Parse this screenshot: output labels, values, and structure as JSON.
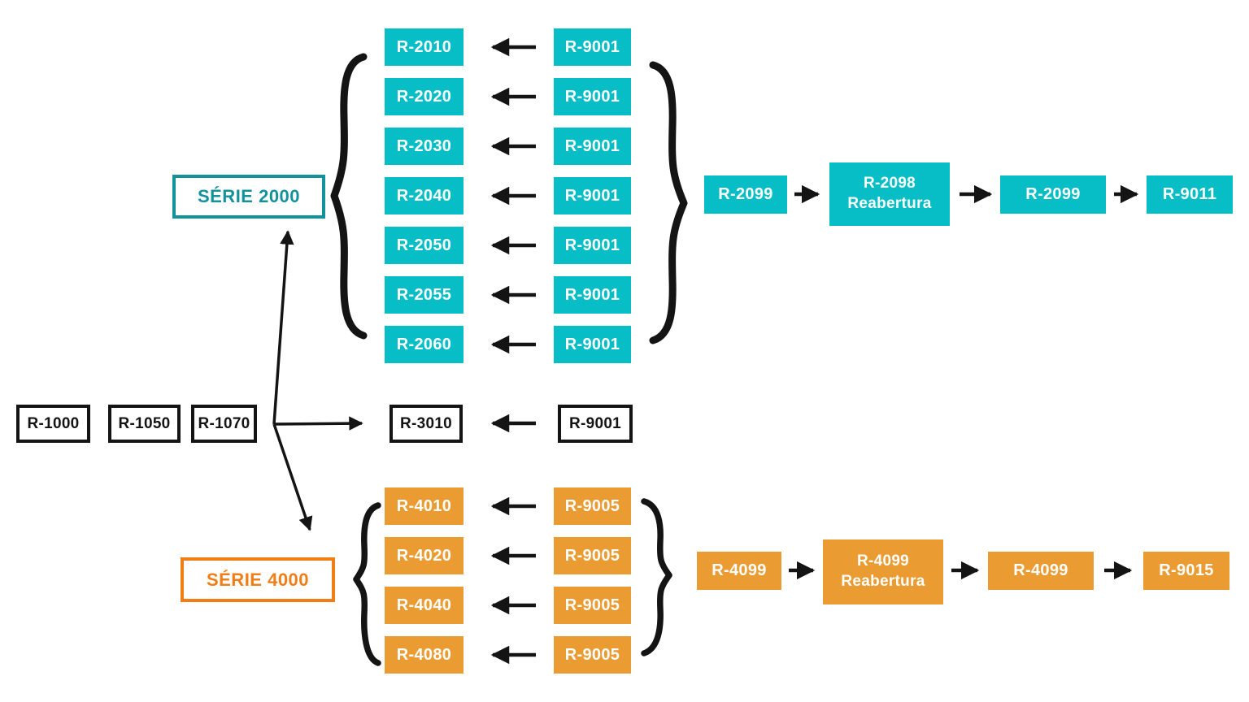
{
  "colors": {
    "teal": "#07bec6",
    "teal_dark": "#13929b",
    "orange": "#ea9c33",
    "orange_bright": "#f17d16",
    "line": "#141414"
  },
  "series2000": {
    "label": "SÉRIE 2000",
    "rows": [
      {
        "target": "R-2010",
        "source": "R-9001"
      },
      {
        "target": "R-2020",
        "source": "R-9001"
      },
      {
        "target": "R-2030",
        "source": "R-9001"
      },
      {
        "target": "R-2040",
        "source": "R-9001"
      },
      {
        "target": "R-2050",
        "source": "R-9001"
      },
      {
        "target": "R-2055",
        "source": "R-9001"
      },
      {
        "target": "R-2060",
        "source": "R-9001"
      }
    ],
    "chain": [
      {
        "label": "R-2099"
      },
      {
        "label": "R-2098",
        "label2": "Reabertura"
      },
      {
        "label": "R-2099"
      },
      {
        "label": "R-9011"
      }
    ]
  },
  "base_events": [
    "R-1000",
    "R-1050",
    "R-1070"
  ],
  "row3010": {
    "target": "R-3010",
    "source": "R-9001"
  },
  "series4000": {
    "label": "SÉRIE 4000",
    "rows": [
      {
        "target": "R-4010",
        "source": "R-9005"
      },
      {
        "target": "R-4020",
        "source": "R-9005"
      },
      {
        "target": "R-4040",
        "source": "R-9005"
      },
      {
        "target": "R-4080",
        "source": "R-9005"
      }
    ],
    "chain": [
      {
        "label": "R-4099"
      },
      {
        "label": "R-4099",
        "label2": "Reabertura"
      },
      {
        "label": "R-4099"
      },
      {
        "label": "R-9015"
      }
    ]
  }
}
